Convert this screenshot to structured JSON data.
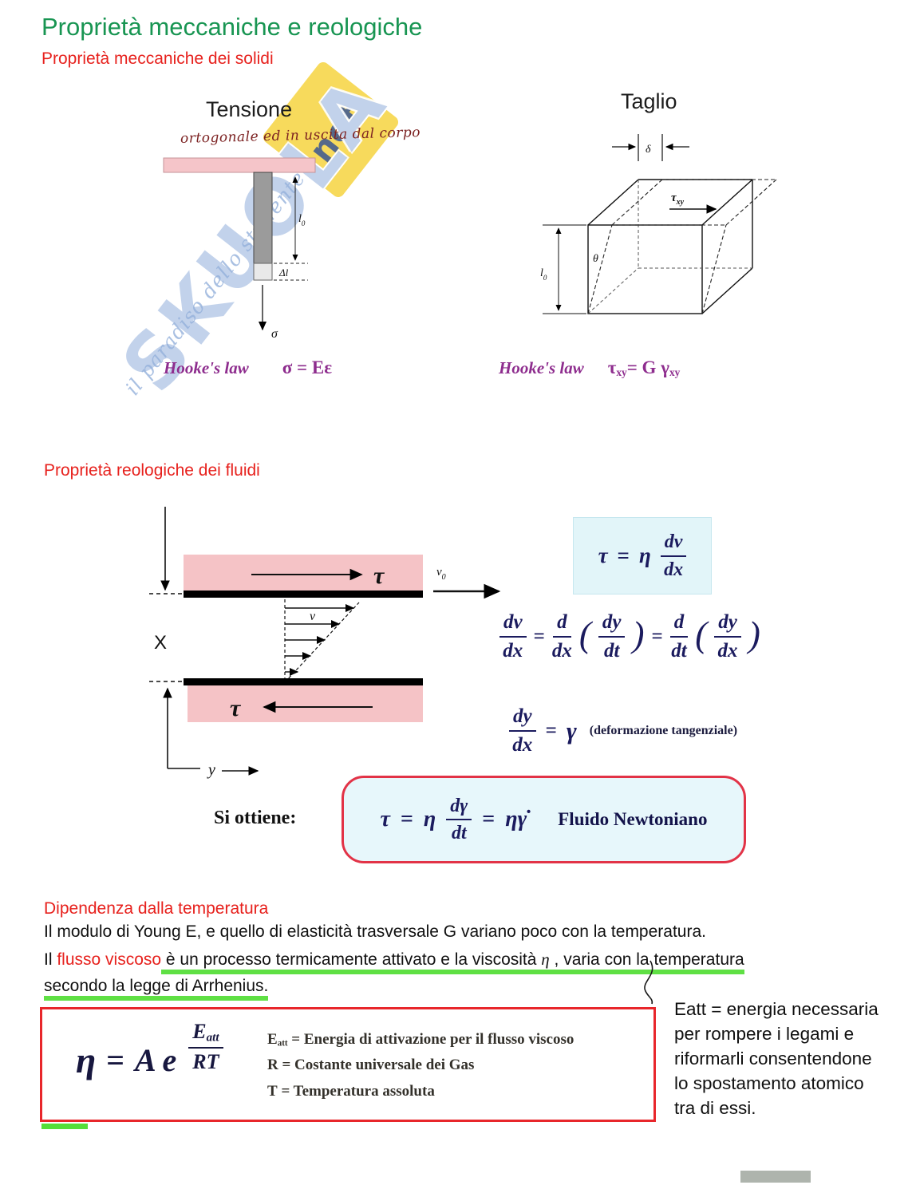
{
  "page": {
    "title": "Proprietà meccaniche e reologiche",
    "section_solids": "Proprietà meccaniche dei solidi",
    "section_fluids": "Proprietà reologiche dei fluidi"
  },
  "watermark": {
    "brand": "SKUOLA",
    "suffix": "net",
    "tagline": "il paradiso dello studente"
  },
  "tension": {
    "title": "Tensione",
    "annotation": "ortogonale ed in uscita dal corpo",
    "l0": "l",
    "l0_sub": "0",
    "delta_l": "Δl",
    "sigma": "σ",
    "hookes_label": "Hooke's law",
    "formula": "σ = Eε"
  },
  "shear": {
    "title": "Taglio",
    "delta": "δ",
    "tau": "τ",
    "tau_sub": "xy",
    "theta": "θ",
    "l0": "l",
    "l0_sub": "0",
    "hookes_label": "Hooke's law",
    "f_tau": "τ",
    "f_tau_sub": "xy",
    "f_mid": "= G γ",
    "f_gamma_sub": "xy"
  },
  "fluid": {
    "x_label": "X",
    "y_label": "y",
    "v_label": "v",
    "v0": "v",
    "v0_sub": "0",
    "tau_top": "τ",
    "tau_bottom": "τ"
  },
  "formulas": {
    "f1": {
      "tau": "τ",
      "eq": "=",
      "eta": "η",
      "num": "dv",
      "den": "dx"
    },
    "f2": {
      "n1": "dv",
      "d1": "dx",
      "eq1": "=",
      "n2": "d",
      "d2": "dx",
      "po1": "(",
      "n3": "dy",
      "d3": "dt",
      "pc1": ")",
      "eq2": "=",
      "n4": "d",
      "d4": "dt",
      "po2": "(",
      "n5": "dy",
      "d5": "dx",
      "pc2": ")"
    },
    "f3": {
      "num": "dy",
      "den": "dx",
      "eq": "=",
      "gamma": "γ",
      "note": "(deformazione tangenziale)"
    },
    "si_ottiene": "Si ottiene:",
    "newton": {
      "tau": "τ",
      "eq1": "=",
      "eta": "η",
      "num": "dγ",
      "den": "dt",
      "eq2": "=",
      "eta_gamma_dot": "ηγ̇",
      "label": "Fluido Newtoniano"
    }
  },
  "temperature": {
    "heading": "Dipendenza dalla temperatura",
    "line1": "Il modulo di Young E, e quello di elasticità trasversale G variano poco con la temperatura.",
    "line2": {
      "prefix": "Il ",
      "red": "flusso viscoso",
      "part1": " è un processo termicamente attivato e la viscosità ",
      "eta": "η",
      "part2": " , varia con la temperatura"
    },
    "line3": "secondo la legge di Arrhenius.",
    "arrhenius": {
      "eta": "η",
      "eq": "=",
      "coef": "A e",
      "exp_num": "E",
      "exp_num_sub": "att",
      "exp_den": "RT",
      "legend": [
        {
          "sym": "E",
          "sub": "att",
          "rest": " = Energia di attivazione per il flusso viscoso"
        },
        {
          "sym": "R",
          "sub": "",
          "rest": " = Costante universale dei Gas"
        },
        {
          "sym": "T",
          "sub": "",
          "rest": " = Temperatura assoluta"
        }
      ]
    },
    "side_note": "Eatt = energia necessaria per rompere i legami e riformarli consentendone lo spostamento atomico tra di essi."
  },
  "colors": {
    "title_green": "#189552",
    "heading_red": "#e7211d",
    "hooke_purple": "#8e2d8e",
    "formula_navy": "#1b1b5e",
    "highlight_green": "#55de3a",
    "box_red": "#e8262b",
    "plate_pink": "#f5c3c6",
    "formula_cyan": "#e2f5f9"
  }
}
